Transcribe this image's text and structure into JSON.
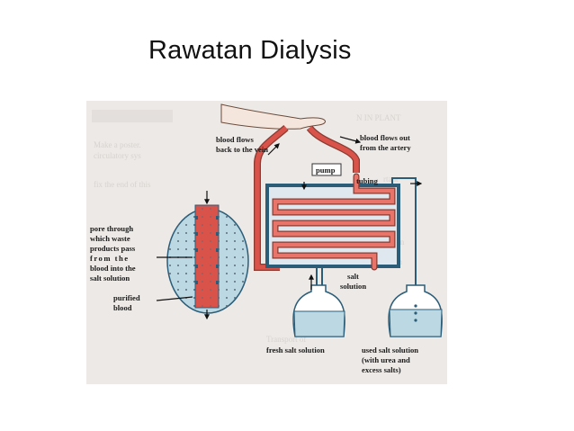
{
  "slide": {
    "title": "Rawatan Dialysis"
  },
  "diagram": {
    "labels": {
      "blood_back_1": "blood flows",
      "blood_back_2": "back to the vein",
      "blood_out_1": "blood flows out",
      "blood_out_2": "from the artery",
      "pump": "pump",
      "tubing": "tubing",
      "pore_1": "pore through",
      "pore_2": "which waste",
      "pore_3": "products pass",
      "pore_4": "from the",
      "pore_5": "blood into the",
      "pore_6": "salt solution",
      "purified_1": "purified",
      "purified_2": "blood",
      "salt_1": "salt",
      "salt_2": "solution",
      "fresh": "fresh salt solution",
      "used_1": "used salt solution",
      "used_2": "(with urea and",
      "used_3": "excess salts)"
    },
    "colors": {
      "blood": "#d9534a",
      "tube_outline": "#8a3b32",
      "solution": "#bcd9e3",
      "bath_frame": "#2b5d79",
      "background": "#ede9e6"
    }
  }
}
